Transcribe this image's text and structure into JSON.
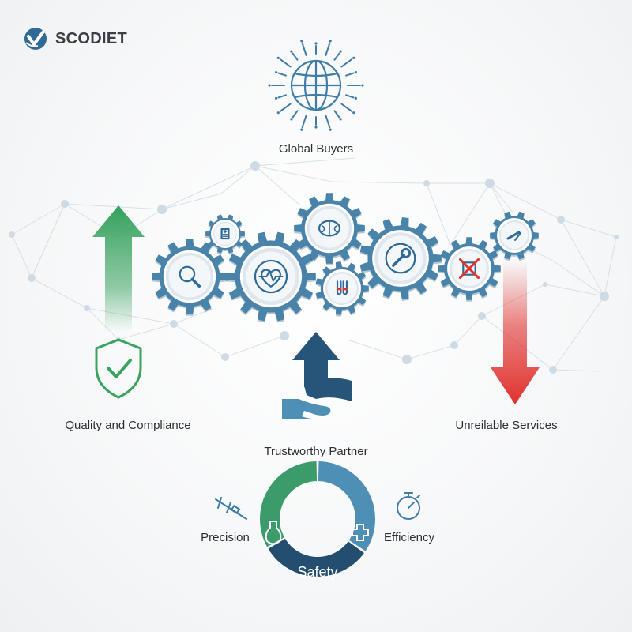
{
  "brand": {
    "name": "SCODIET"
  },
  "nodes": {
    "global_buyers": "Global Buyers",
    "quality": "Quality and Compliance",
    "trustworthy": "Trustworthy Partner",
    "unreliable": "Unreilable Services"
  },
  "wheel": {
    "left": "Precision",
    "right": "Efficiency",
    "bottom": "Safety"
  },
  "colors": {
    "gear": "#4a83aa",
    "gear_dark": "#2f5f82",
    "green": "#3aa35f",
    "red": "#e0322f",
    "navy": "#27557a",
    "wheel_green": "#3c9b6a",
    "wheel_blue": "#4d8fb5",
    "wheel_navy": "#244e6f"
  },
  "icons": {
    "gears": [
      "magnifier-icon",
      "document-icon",
      "heart-pulse-icon",
      "brain-icon",
      "test-tubes-icon",
      "wrench-icon",
      "crossed-circuit-icon",
      "screwdriver-icon"
    ]
  }
}
